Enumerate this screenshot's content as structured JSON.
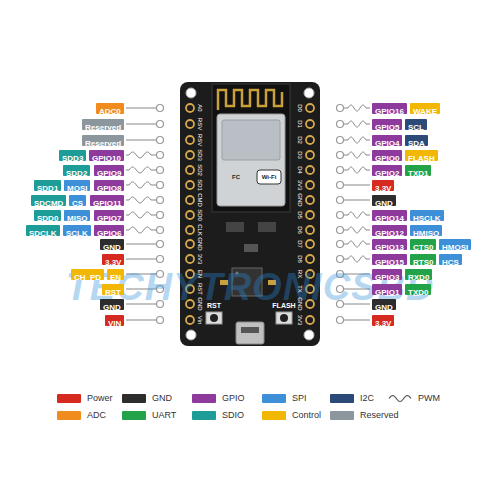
{
  "diagram": {
    "nodes": [
      {
        "text": [
          "ADC0"
        ]
      },
      {
        "text": [
          "Reserved"
        ]
      },
      {
        "text": [
          "Reserved"
        ]
      },
      {
        "text": [
          "SDD3"
        ]
      },
      {
        "text": [
          "GPIO10"
        ]
      },
      {
        "text": [
          "SDD2"
        ]
      },
      {
        "text": [
          "GPIO9"
        ]
      },
      {
        "text": [
          "SDD1"
        ]
      },
      {
        "text": [
          "MOSI"
        ]
      },
      {
        "text": [
          "GPIO8"
        ]
      },
      {
        "text": [
          "SDCMD"
        ]
      },
      {
        "text": [
          "CS"
        ]
      },
      {
        "text": [
          "GPIO11"
        ]
      },
      {
        "text": [
          "SDD0"
        ]
      },
      {
        "text": [
          "MISO"
        ]
      },
      {
        "text": [
          "GPIO7"
        ]
      },
      {
        "text": [
          "SDCLK"
        ]
      },
      {
        "text": [
          "SCLK"
        ]
      },
      {
        "text": [
          "GPIO6"
        ]
      },
      {
        "text": [
          "GND"
        ]
      },
      {
        "text": [
          "3.3V"
        ]
      },
      {
        "text": [
          "CH_PD"
        ]
      },
      {
        "text": [
          "EN"
        ]
      },
      {
        "text": [
          "RST"
        ]
      },
      {
        "text": [
          "GND"
        ]
      },
      {
        "text": [
          "VIN"
        ]
      },
      {
        "text": [
          "GPIO16"
        ]
      },
      {
        "text": [
          "WAKE"
        ]
      },
      {
        "text": [
          "GPIO5"
        ]
      },
      {
        "text": [
          "SCL"
        ]
      },
      {
        "text": [
          "GPIO4"
        ]
      },
      {
        "text": [
          "SDA"
        ]
      },
      {
        "text": [
          "GPIO0"
        ]
      },
      {
        "text": [
          "FLASH"
        ]
      },
      {
        "text": [
          "GPIO2"
        ]
      },
      {
        "text": [
          "TXD1"
        ]
      },
      {
        "text": [
          "3.3V"
        ]
      },
      {
        "text": [
          "GND"
        ]
      },
      {
        "text": [
          "GPIO14"
        ]
      },
      {
        "text": [
          "HSCLK"
        ]
      },
      {
        "text": [
          "GPIO12"
        ]
      },
      {
        "text": [
          "HMISO"
        ]
      },
      {
        "text": [
          "GPIO13"
        ]
      },
      {
        "text": [
          "CTS0"
        ]
      },
      {
        "text": [
          "HMOSI"
        ]
      },
      {
        "text": [
          "GPIO15"
        ]
      },
      {
        "text": [
          "RTS0"
        ]
      },
      {
        "text": [
          "HCS"
        ]
      },
      {
        "text": [
          "GPIO3"
        ]
      },
      {
        "text": [
          "RXD0"
        ]
      },
      {
        "text": [
          "GPIO1"
        ]
      },
      {
        "text": [
          "TXD0"
        ]
      },
      {
        "text": [
          "GND"
        ]
      },
      {
        "text": [
          "3.3V"
        ]
      }
    ],
    "labels": [
      "A0",
      "RSV",
      "RSV",
      "SD3",
      "SD2",
      "SD1",
      "CMD",
      "SD0",
      "CLK",
      "GND",
      "3V3",
      "EN",
      "RST",
      "GND",
      "Vin",
      "D0",
      "D1",
      "D2",
      "D3",
      "D4",
      "3V3",
      "GND",
      "D5",
      "D6",
      "D7",
      "D8",
      "RX",
      "TX",
      "GND",
      "3V3",
      "RST",
      "FLASH",
      "TECHYTRONICSBD",
      "FC",
      "Wi-Fi"
    ],
    "legend": [
      {
        "text": "Power",
        "color": "#d62a20"
      },
      {
        "text": "GND",
        "color": "#2d2d2d"
      },
      {
        "text": "GPIO",
        "color": "#8e3a9d"
      },
      {
        "text": "SPI",
        "color": "#3d8fd8"
      },
      {
        "text": "I2C",
        "color": "#2c4a78"
      },
      {
        "text": "PWM"
      },
      {
        "text": "ADC",
        "color": "#f08c1e"
      },
      {
        "text": "UART",
        "color": "#22a34a"
      },
      {
        "text": "SDIO",
        "color": "#1d9c98"
      },
      {
        "text": "Control",
        "color": "#f2b705"
      },
      {
        "text": "Reserved",
        "color": "#8c979d"
      }
    ]
  }
}
